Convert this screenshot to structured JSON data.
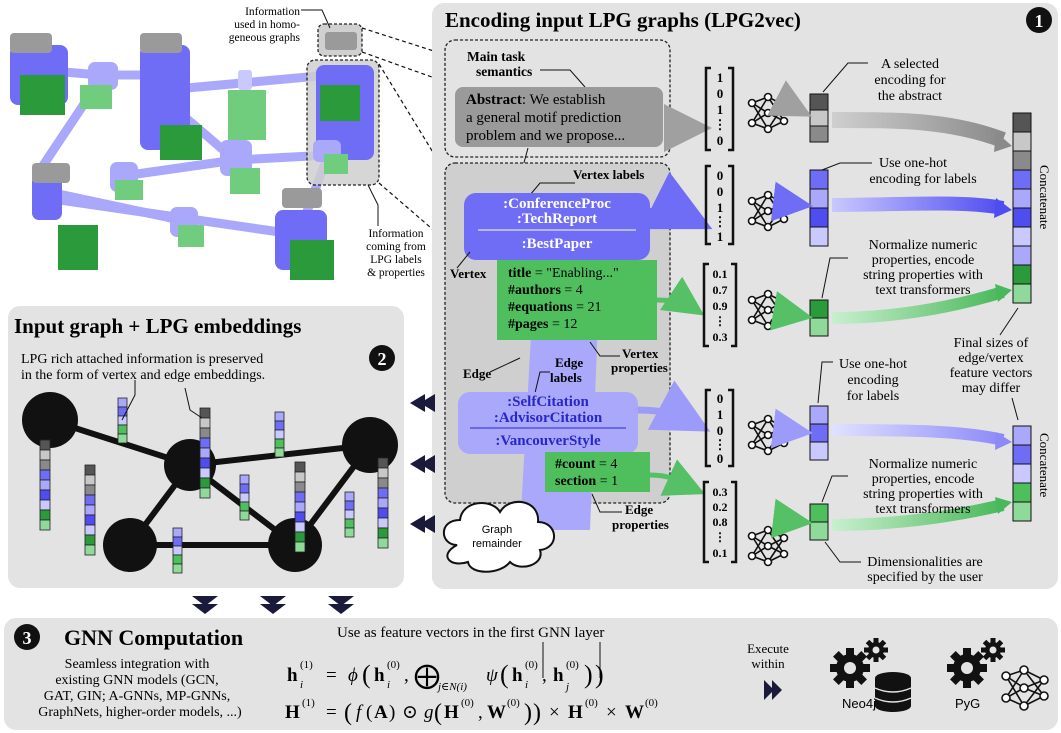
{
  "colors": {
    "panel": "#e3e3e3",
    "vertex_blue": "#6f6cf5",
    "blue_mid": "#8f8dfb",
    "blue_light": "#c9c9ff",
    "green_dark": "#2a9a3a",
    "green_mid": "#4fbf5e",
    "green_light": "#8fd99a",
    "gray_box": "#9a9a9a",
    "black": "#111111"
  },
  "top_graph": {
    "note_homogeneous": [
      "Information",
      "used in homo-",
      "geneous graphs"
    ],
    "note_lpg": [
      "Information",
      "coming from",
      "LPG labels",
      "& properties"
    ]
  },
  "encoding": {
    "badge": "1",
    "title": "Encoding input LPG graphs (LPG2vec)",
    "task": {
      "heading": [
        "Main task",
        "semantics"
      ],
      "abstract_label": "Abstract",
      "abstract_lines": [
        ": We establish",
        "a general motif prediction",
        "problem and we propose..."
      ]
    },
    "vertex": {
      "labels_heading": "Vertex labels",
      "labels": [
        ":ConferenceProc",
        ":TechReport",
        ":BestPaper"
      ],
      "side_label": "Vertex",
      "properties": [
        {
          "key": "title",
          "val": " = \"Enabling...\""
        },
        {
          "key": "#authors",
          "val": " = 4"
        },
        {
          "key": "#equations",
          "val": " = 21"
        },
        {
          "key": "#pages",
          "val": " = 12"
        }
      ],
      "properties_caption": [
        "Vertex",
        "properties"
      ]
    },
    "edge": {
      "side_label": "Edge",
      "labels_heading": [
        "Edge",
        "labels"
      ],
      "labels": [
        ":SelfCitation",
        ":AdvisorCitation",
        ":VancouverStyle"
      ],
      "properties": [
        {
          "key": "#count",
          "val": " = 4"
        },
        {
          "key": "section",
          "val": " = 1"
        }
      ],
      "properties_caption": [
        "Edge",
        "properties"
      ]
    },
    "remainder": [
      "Graph",
      "remainder"
    ],
    "vectors": {
      "abstract": [
        "1",
        "0",
        "1",
        "⋮",
        "0"
      ],
      "vertex_labels": [
        "0",
        "0",
        "1",
        "⋮",
        "1"
      ],
      "vertex_props": [
        "0.1",
        "0.7",
        "0.9",
        "⋮",
        "0.3"
      ],
      "edge_labels": [
        "0",
        "1",
        "0",
        "⋮",
        "0"
      ],
      "edge_props": [
        "0.3",
        "0.2",
        "0.8",
        "⋮",
        "0.1"
      ]
    },
    "notes": {
      "selected": [
        "A selected",
        "encoding for",
        "the abstract"
      ],
      "onehot1": [
        "Use one-hot",
        "encoding for labels"
      ],
      "normalize1": [
        "Normalize numeric",
        "properties, encode",
        "string properties with",
        "text transformers"
      ],
      "final_sizes": [
        "Final sizes of",
        "edge/vertex",
        "feature vectors",
        "may differ"
      ],
      "onehot2": [
        "Use one-hot",
        "encoding",
        "for labels"
      ],
      "normalize2": [
        "Normalize numeric",
        "properties, encode",
        "string properties with",
        "text transformers"
      ],
      "dims": [
        "Dimensionalities are",
        "specified by the user"
      ]
    },
    "concatenate": "Concatenate"
  },
  "embedding": {
    "badge": "2",
    "title": "Input graph + LPG embeddings",
    "desc": [
      "LPG rich attached information is preserved",
      "in the form of vertex and edge embeddings."
    ]
  },
  "gnn": {
    "badge": "3",
    "title": "GNN Computation",
    "use_note": "Use as feature vectors in the first GNN layer",
    "desc": [
      "Seamless integration with",
      "existing GNN models (GCN,",
      "GAT, GIN; A-GNNs, MP-GNNs,",
      "GraphNets, higher-order models, ...)"
    ],
    "execute": [
      "Execute",
      "within"
    ],
    "eq1": {
      "h": "h",
      "i": "i",
      "one": "(1)",
      "zero": "(0)",
      "phi": "ϕ",
      "psi": "ψ",
      "oplus": "⨁",
      "sub": "j∈N(i)",
      "j": "j",
      "eq": "=",
      "comma": ","
    },
    "eq2": {
      "H": "H",
      "one": "(1)",
      "zero": "(0)",
      "f": "f",
      "g": "g",
      "A": "A",
      "W": "W",
      "odot": "⊙",
      "times": "×",
      "eq": "=",
      "comma": ","
    },
    "neo4j": "Neo4j",
    "pyg": "PyG"
  }
}
